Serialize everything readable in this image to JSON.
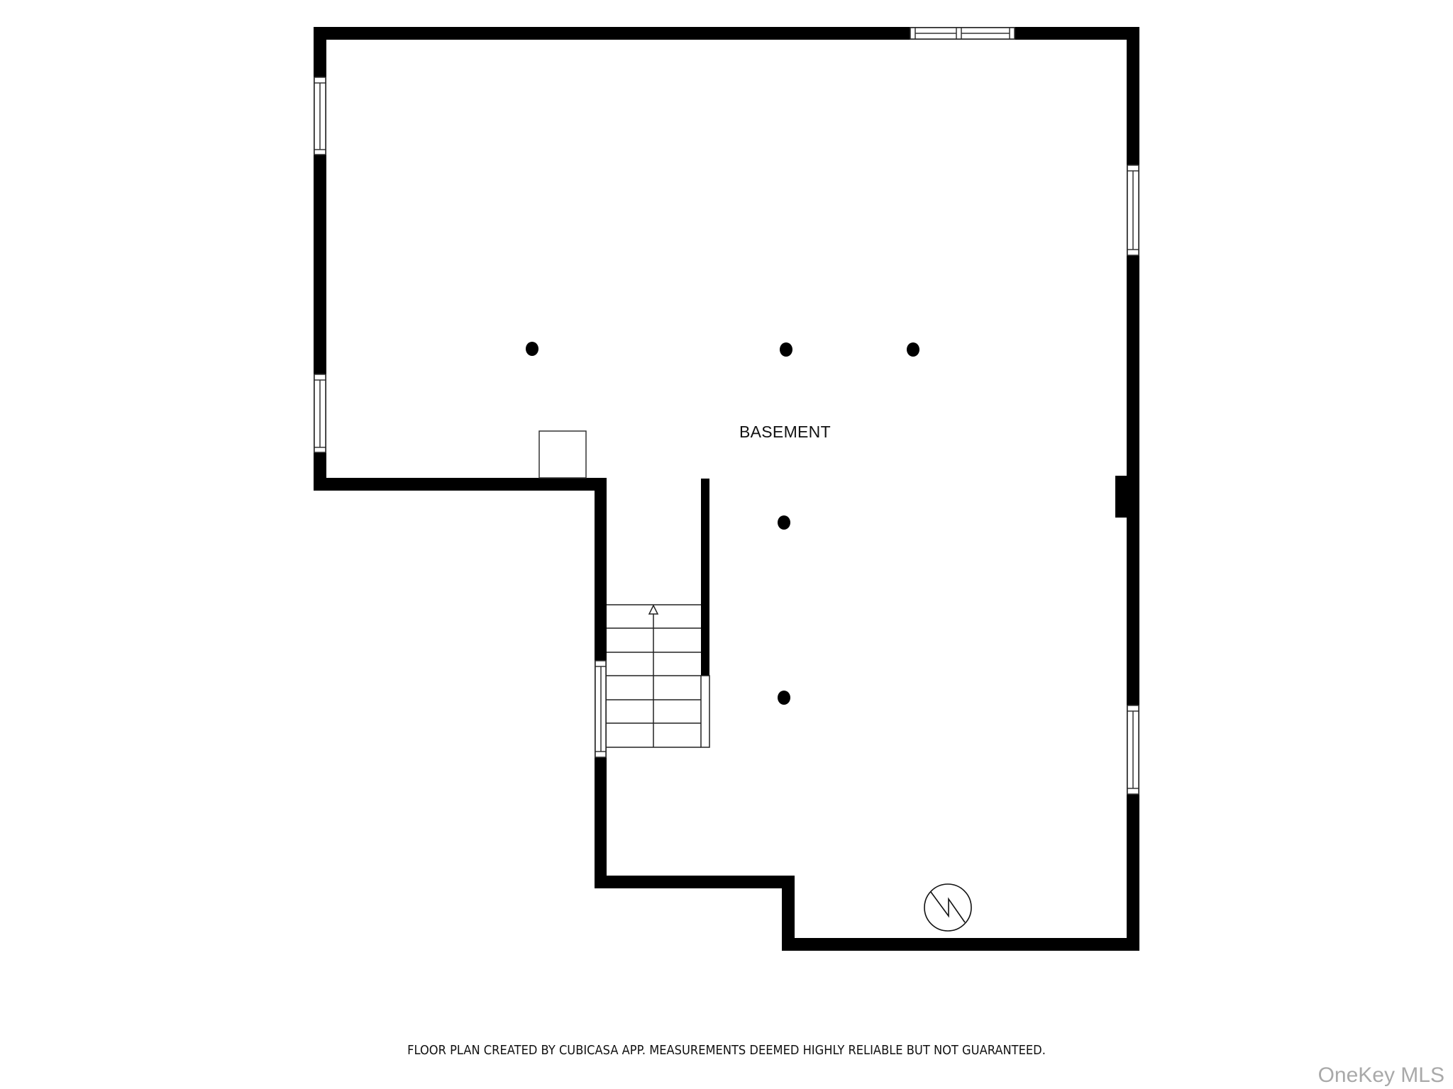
{
  "floor_plan": {
    "room_label": "BASEMENT",
    "wall_color": "#000000",
    "background": "#ffffff",
    "columns_count": 5,
    "stairs": {
      "treads": 6,
      "direction": "up"
    },
    "symbols": [
      "electrical-panel-icon",
      "chimney-box"
    ]
  },
  "footer": {
    "disclaimer": "FLOOR PLAN CREATED BY CUBICASA APP. MEASUREMENTS DEEMED HIGHLY RELIABLE BUT NOT GUARANTEED."
  },
  "watermark": {
    "text": "OneKey MLS",
    "color": "#a9a9a9"
  }
}
